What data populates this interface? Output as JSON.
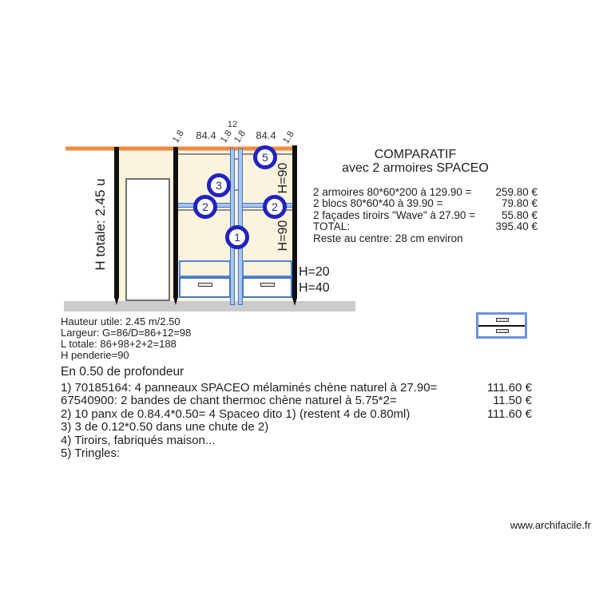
{
  "diagram": {
    "title_line1": "COMPARATIF",
    "title_line2": "avec 2 armoires SPACEO",
    "labels": {
      "h_totale": "H totale: 2.45 u",
      "h90": "H=90",
      "h20": "H=20",
      "h40": "H=40"
    },
    "dims": [
      "1.8",
      "84.4",
      "12",
      "1.8",
      "1.8",
      "84.4",
      "1.8"
    ],
    "markers": [
      "5",
      "3",
      "2",
      "2",
      "1"
    ]
  },
  "pricing": {
    "lines": [
      {
        "label": "2 armoires 80*60*200 à 129.90 =",
        "price": "259.80 €"
      },
      {
        "label": "2 blocs 80*60*40 à 39.90 =",
        "price": "79.80 €"
      },
      {
        "label": "2 façades tiroirs \"Wave\" à 27.90 =",
        "price": "55.80 €"
      },
      {
        "label": "TOTAL:",
        "price": "395.40 €"
      },
      {
        "label": "Reste au centre: 28 cm environ",
        "price": ""
      }
    ]
  },
  "specs": {
    "lines": [
      "Hauteur utile: 2.45 m/2.50",
      "Largeur: G=86/D=86+12=98",
      "L totale: 86+98+2+2=188",
      "H penderie=90"
    ]
  },
  "depth_section": {
    "heading": "En 0.50 de profondeur",
    "items": [
      {
        "label": "1) 70185164: 4 panneaux SPACEO mélaminés chène naturel à 27.90=",
        "price": "111.60 €"
      },
      {
        "label": "67540900: 2 bandes de chant thermoc chène naturel à 5.75*2=",
        "price": "11.50 €"
      },
      {
        "label": "2) 10 panx de 0.84.4*0.50= 4 Spaceo dito 1) (restent 4 de 0.80ml)",
        "price": "111.60 €"
      },
      {
        "label": "3) 3 de 0.12*0.50 dans une chute de 2)",
        "price": ""
      },
      {
        "label": "4) Tiroirs, fabriqués maison...",
        "price": ""
      },
      {
        "label": "5) Tringles:",
        "price": ""
      }
    ]
  },
  "footer": {
    "site": "www.archifacile.fr"
  },
  "colors": {
    "accent_orange": "#EE8C42",
    "cabinet_fill": "#FAF3DE",
    "shelf_blue": "#A8C7EC",
    "outline_blue": "#4472C4",
    "marker_ring": "#2222BF",
    "wall_black": "#101010",
    "floor_gray": "#CBCBCE",
    "shelf_gray": "#8F8F8F"
  }
}
